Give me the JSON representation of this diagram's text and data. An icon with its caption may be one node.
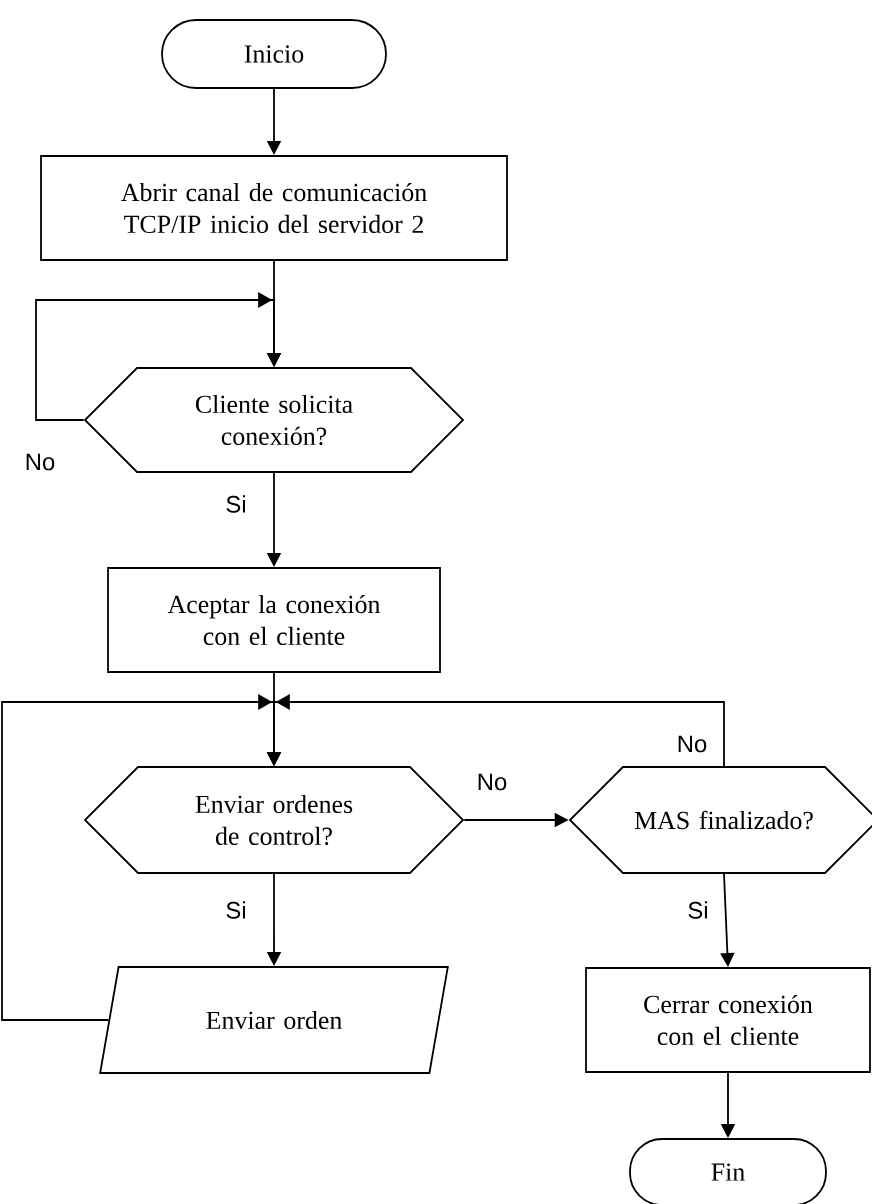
{
  "diagram": {
    "nodes": [
      {
        "text": [
          "Inicio"
        ]
      },
      {
        "text": [
          "Abrir canal de comunicación TCP/IP inicio del servidor 2"
        ]
      },
      {
        "text": [
          "Cliente solicita conexión?"
        ]
      },
      {
        "text": [
          "Aceptar la conexión con el cliente"
        ]
      },
      {
        "text": [
          "Enviar ordenes de control?"
        ]
      },
      {
        "text": [
          "MAS finalizado?"
        ]
      },
      {
        "text": [
          "Enviar orden"
        ]
      },
      {
        "text": [
          "Cerrar conexión con el cliente"
        ]
      },
      {
        "text": [
          "Fin"
        ]
      }
    ],
    "edges": [
      {
        "from": 0,
        "to": 1,
        "arrow": "to"
      },
      {
        "from": 1,
        "to": 2,
        "arrow": "to"
      },
      {
        "from": 2,
        "to": 2,
        "arrow": "to",
        "label": "No"
      },
      {
        "from": 2,
        "to": 3,
        "arrow": "to",
        "label": "Si"
      },
      {
        "from": 3,
        "to": 4,
        "arrow": "to"
      },
      {
        "from": 4,
        "to": 5,
        "arrow": "to",
        "label": "No"
      },
      {
        "from": 4,
        "to": 6,
        "arrow": "to",
        "label": "Si"
      },
      {
        "from": 6,
        "to": 4,
        "arrow": "to"
      },
      {
        "from": 5,
        "to": 4,
        "arrow": "to",
        "label": "No"
      },
      {
        "from": 5,
        "to": 7,
        "arrow": "to",
        "label": "Si"
      },
      {
        "from": 7,
        "to": 8,
        "arrow": "to"
      }
    ]
  }
}
